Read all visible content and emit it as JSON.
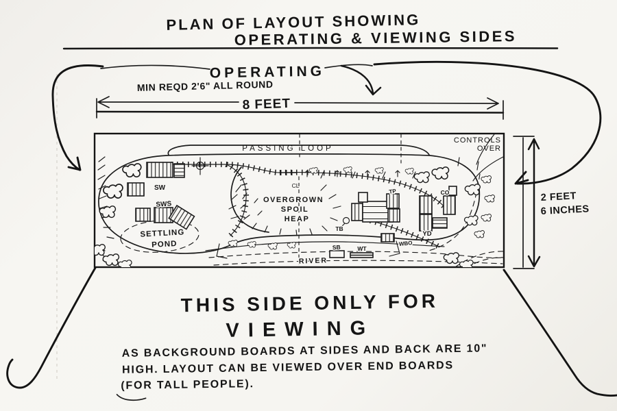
{
  "title": {
    "line1": "PLAN OF LAYOUT SHOWING",
    "line2": "OPERATING & VIEWING SIDES"
  },
  "operating": {
    "label": "OPERATING",
    "min_note": "MIN REQD 2'6\" ALL ROUND"
  },
  "dims": {
    "width": "8 FEET",
    "height1": "2 FEET",
    "height2": "6 INCHES"
  },
  "layout": {
    "passing_loop": "PASSING LOOP",
    "controls1": "CONTROLS",
    "controls2": "OVER",
    "cl": "CL",
    "sw": "SW",
    "sws": "SWS",
    "settling1": "SETTLING",
    "settling2": "POND",
    "spoil1": "OVERGROWN",
    "spoil2": "SPOIL",
    "spoil3": "HEAP",
    "tb": "TB",
    "sb": "SB",
    "wt": "WT",
    "wbo": "WBO",
    "yd": "YD",
    "tp": "TP",
    "co": "CO",
    "river": "RIVER"
  },
  "viewing": {
    "line1": "THIS SIDE ONLY FOR",
    "line2": "VIEWING"
  },
  "note": {
    "line1": "AS BACKGROUND BOARDS AT SIDES AND BACK ARE 10\"",
    "line2": "HIGH. LAYOUT CAN BE VIEWED OVER END BOARDS",
    "line3": "(FOR TALL PEOPLE)."
  },
  "colors": {
    "ink": "#1c1c1c",
    "paper": "#f6f5f1"
  }
}
